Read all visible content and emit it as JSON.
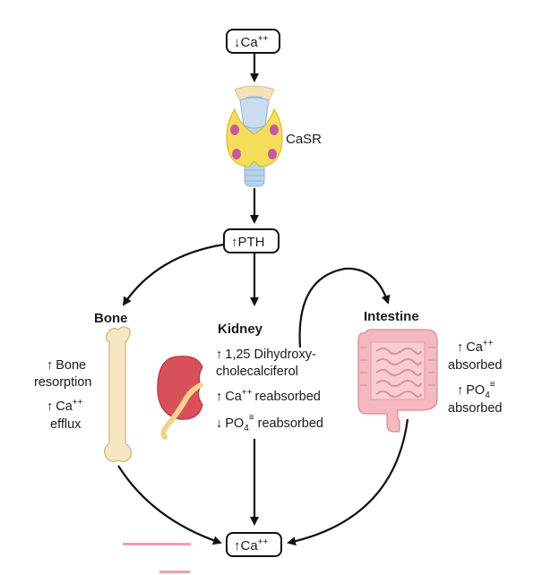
{
  "nodes": {
    "top": {
      "arrow": "↓",
      "text": "Ca",
      "sup": "++"
    },
    "pth": {
      "arrow": "↑",
      "text": "PTH"
    },
    "bottom": {
      "arrow": "↑",
      "text": "Ca",
      "sup": "++"
    }
  },
  "gland": {
    "label": "CaSR"
  },
  "bone": {
    "title": "Bone",
    "line1_arrow": "↑",
    "line1": "Bone",
    "line2": "resorption",
    "line3_arrow": "↑",
    "line3": "Ca",
    "line3_sup": "++",
    "line4": "efflux"
  },
  "kidney": {
    "title": "Kidney",
    "line1_arrow": "↑",
    "line1": "1,25 Dihydroxy-",
    "line2": "cholecalciferol",
    "line3_arrow": "↑",
    "line3a": "Ca",
    "line3_sup": "++",
    "line3b": "reabsorbed",
    "line4_arrow": "↓",
    "line4a": "PO",
    "line4_sub": "4",
    "line4_sup": "≡",
    "line4b": "reabsorbed"
  },
  "intestine": {
    "title": "Intestine",
    "line1_arrow": "↑",
    "line1": "Ca",
    "line1_sup": "++",
    "line2": "absorbed",
    "line3_arrow": "↑",
    "line3": "PO",
    "line3_sub": "4",
    "line3_sup": "≡",
    "line4": "absorbed"
  },
  "colors": {
    "arrow": "#111111",
    "bone": "#f6e6c4",
    "kidney": "#d8505a",
    "intestine": "#f3b8c0",
    "thyroid": "#f4dd5a",
    "trachea": "#b9d4ea",
    "accent_pink": "#f0a0a8"
  }
}
